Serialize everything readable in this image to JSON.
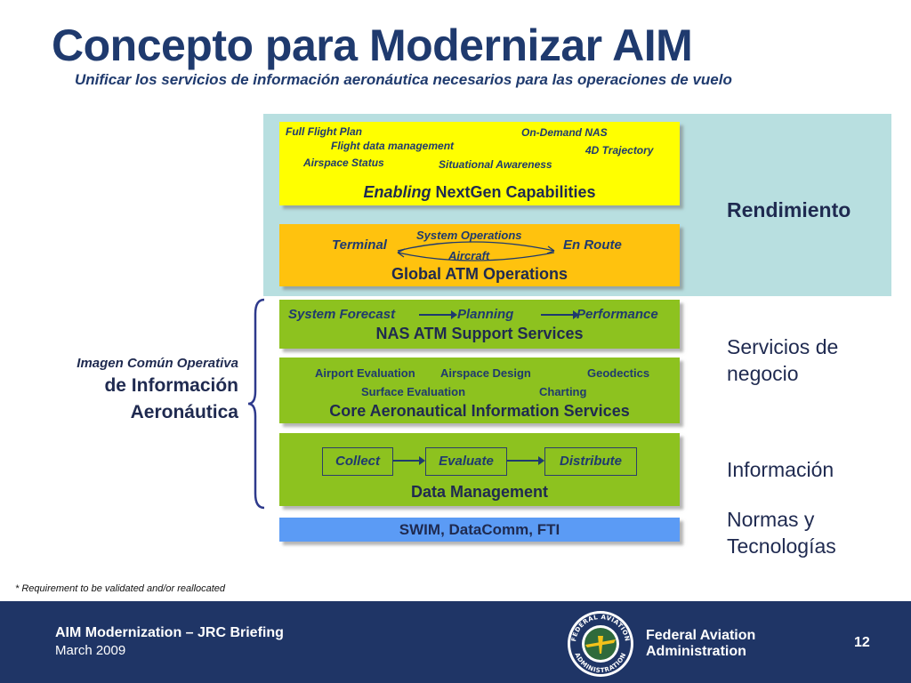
{
  "header": {
    "title": "Concepto para Modernizar AIM",
    "subtitle": "Unificar los servicios de información aeronáutica necesarios para las operaciones de vuelo"
  },
  "capabilities": {
    "items": [
      "Full Flight Plan",
      "Flight data management",
      "Airspace Status",
      "Situational Awareness",
      "On-Demand NAS",
      "4D Trajectory"
    ],
    "title_italic": "Enabling",
    "title_rest": " NextGen Capabilities"
  },
  "atm_ops": {
    "system_operations": "System Operations",
    "terminal": "Terminal",
    "en_route": "En Route",
    "aircraft": "Aircraft",
    "title": "Global ATM Operations"
  },
  "support": {
    "flow": [
      "System Forecast",
      "Planning",
      "Performance"
    ],
    "title": "NAS ATM Support Services"
  },
  "core": {
    "items": [
      "Airport Evaluation",
      "Airspace Design",
      "Geodectics",
      "Surface Evaluation",
      "Charting"
    ],
    "title": "Core Aeronautical Information Services"
  },
  "data_mgmt": {
    "flow": [
      "Collect",
      "Evaluate",
      "Distribute"
    ],
    "title": "Data Management"
  },
  "swim": {
    "title": "SWIM, DataComm, FTI"
  },
  "categories": {
    "rendimiento": "Rendimiento",
    "servicios_1": "Servicios de",
    "servicios_2": "negocio",
    "informacion": "Información",
    "normas_1": "Normas y",
    "normas_2": "Tecnologías"
  },
  "left_label": {
    "line1": "Imagen Común Operativa",
    "line2": "de Información",
    "line3": "Aeronáutica"
  },
  "footnote": "* Requirement to be validated and/or reallocated",
  "footer": {
    "briefing": "AIM Modernization – JRC Briefing",
    "date": "March 2009",
    "agency_1": "Federal Aviation",
    "agency_2": "Administration",
    "page_number": "12",
    "seal_text_top": "FEDERAL AVIATION",
    "seal_text_bottom": "ADMINISTRATION"
  },
  "colors": {
    "title": "#1f3a6e",
    "performance_band": "#b8dfe0",
    "capabilities_box": "#ffff00",
    "atm_box": "#ffc20e",
    "service_box": "#8dc21f",
    "swim_box": "#5b9bf5",
    "footer": "#1f3566"
  }
}
